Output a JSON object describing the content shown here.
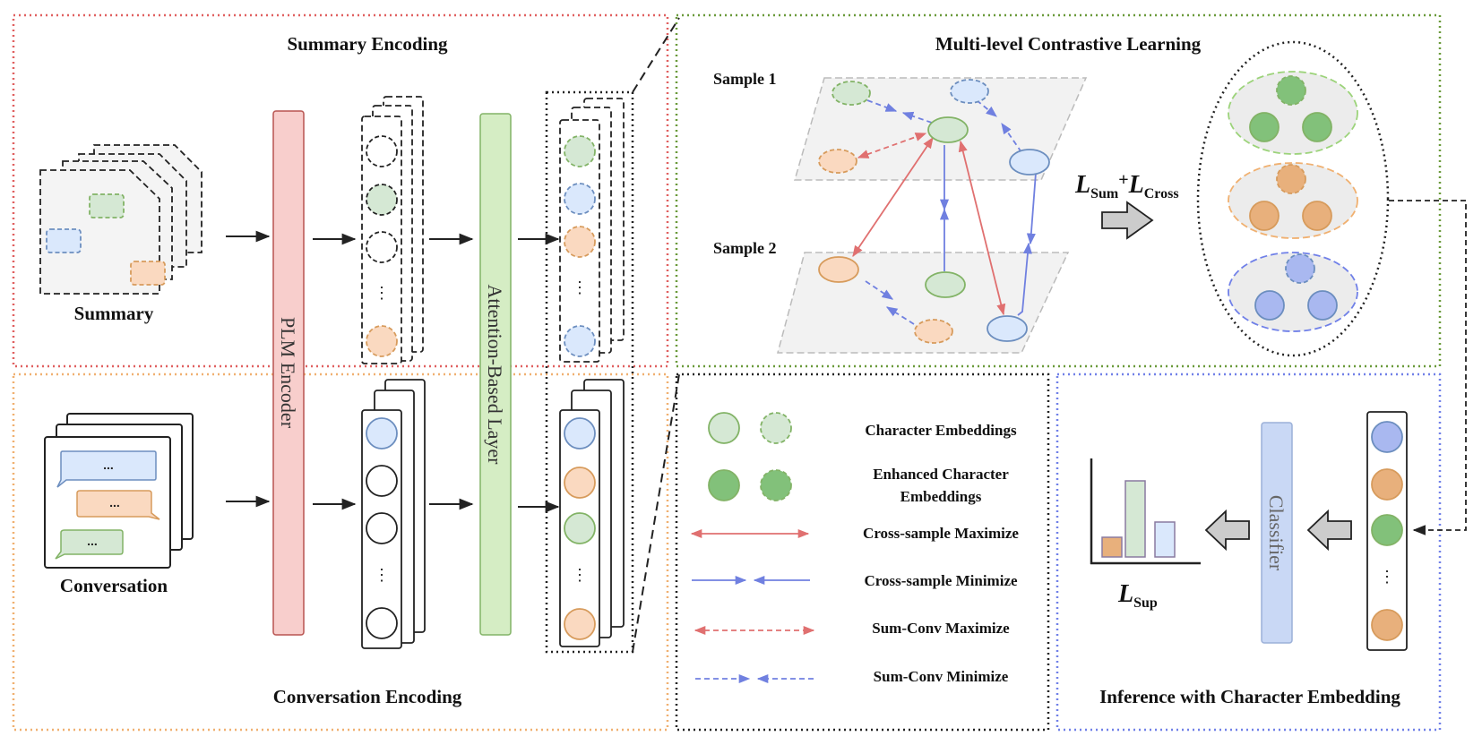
{
  "sections": {
    "summary_encoding": "Summary Encoding",
    "conversation_encoding": "Conversation Encoding",
    "multilevel": "Multi-level Contrastive Learning",
    "inference": "Inference with Character Embedding"
  },
  "labels": {
    "summary": "Summary",
    "conversation": "Conversation",
    "plm_encoder": "PLM Encoder",
    "attention_layer": "Attention-Based Layer",
    "classifier": "Classifier",
    "sample1": "Sample 1",
    "sample2": "Sample 2",
    "bubble_text": "..."
  },
  "losses": {
    "contrastive": {
      "l1": "L",
      "s1": "Sum",
      "plus": "+",
      "l2": "L",
      "s2": "Cross"
    },
    "supervised": {
      "l": "L",
      "s": "Sup"
    }
  },
  "legend": {
    "character_embeddings": "Character Embeddings",
    "enhanced_line1": "Enhanced Character",
    "enhanced_line2": "Embeddings",
    "cross_maximize": "Cross-sample Maximize",
    "cross_minimize": "Cross-sample Minimize",
    "sumconv_maximize": "Sum-Conv Maximize",
    "sumconv_minimize": "Sum-Conv Minimize"
  },
  "colors": {
    "red_border": "#e06060",
    "orange_border": "#f0b070",
    "green_border": "#6a9a3a",
    "blue_border": "#7080e8",
    "green_fill": "#d5e8d4",
    "green_stroke": "#82b366",
    "green_enh": "#82c17a",
    "blue_fill": "#dae8fc",
    "blue_stroke": "#6c8ebf",
    "blue_enh": "#a9b8f0",
    "orange_fill": "#fad9c0",
    "orange_stroke": "#d79b5c",
    "orange_enh": "#e8b07c",
    "plm_fill": "#f8cecc",
    "attention_fill": "#d5edc4",
    "classifier_fill": "#c9d8f5",
    "red_arrow": "#e07070",
    "blue_arrow": "#7080e0"
  }
}
